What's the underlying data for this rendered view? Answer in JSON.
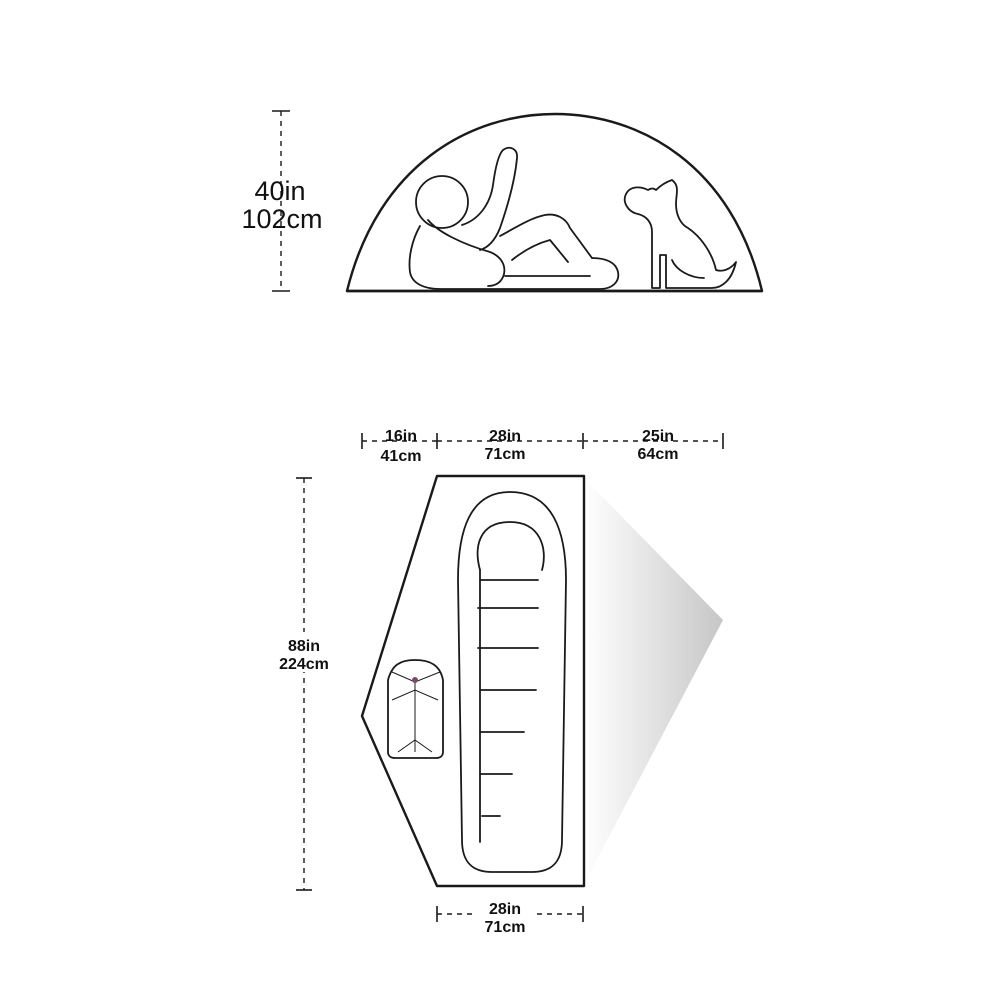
{
  "side_view": {
    "height_in": "40in",
    "height_cm": "102cm"
  },
  "floor_plan": {
    "top_left_in": "16in",
    "top_left_cm": "41cm",
    "top_mid_in": "28in",
    "top_mid_cm": "71cm",
    "top_right_in": "25in",
    "top_right_cm": "64cm",
    "length_in": "88in",
    "length_cm": "224cm",
    "bottom_in": "28in",
    "bottom_cm": "71cm"
  },
  "colors": {
    "line": "#1a1a1a",
    "vestibule_light": "#ffffff",
    "vestibule_dark": "#c8c8c8"
  }
}
